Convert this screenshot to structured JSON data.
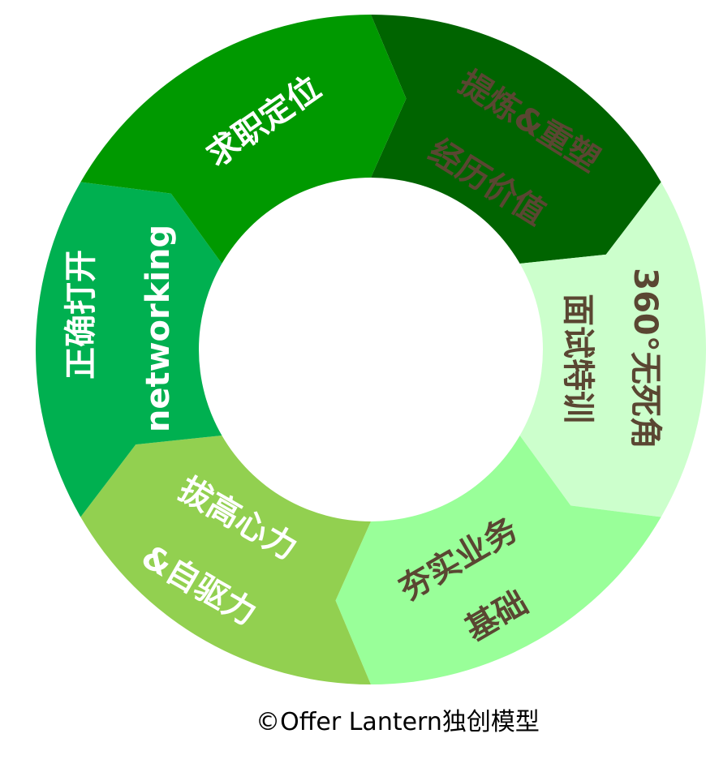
{
  "segments": [
    {
      "lines": [
        "求职定位"
      ],
      "fill": "#006400",
      "text_color": "#ffffff"
    },
    {
      "lines": [
        "提炼&重塑",
        "经历价值"
      ],
      "fill": "#ccffcc",
      "text_color": "#5a4632"
    },
    {
      "lines": [
        "360°无死角",
        "面试特训"
      ],
      "fill": "#99ff99",
      "text_color": "#5a4632"
    },
    {
      "lines": [
        "夯实业务",
        "基础"
      ],
      "fill": "#92d050",
      "text_color": "#5a4632"
    },
    {
      "lines": [
        "拔高心力",
        "&自驱力"
      ],
      "fill": "#00b050",
      "text_color": "#ffffff"
    },
    {
      "lines": [
        "正确打开",
        "networking"
      ],
      "fill": "#009900",
      "text_color": "#ffffff"
    }
  ],
  "footer": "©Offer  Lantern独创模型"
}
